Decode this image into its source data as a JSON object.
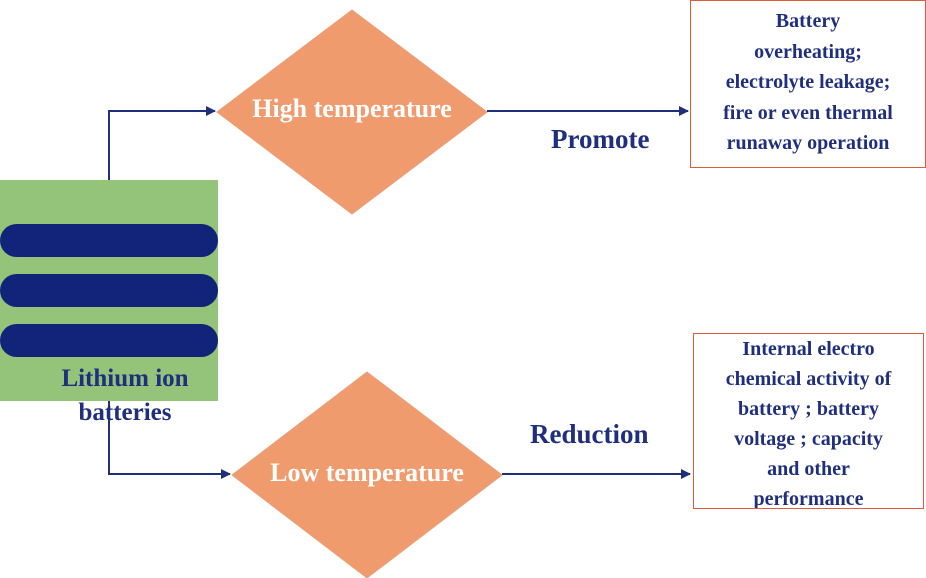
{
  "battery": {
    "label_lines": [
      "Lithium ion",
      "batteries"
    ]
  },
  "high": {
    "condition": "High temperature",
    "effect": "Promote",
    "outcome_lines": [
      "Battery",
      "overheating;",
      "electrolyte leakage;",
      "fire or even thermal",
      "runaway operation"
    ]
  },
  "low": {
    "condition": "Low temperature",
    "effect": "Reduction",
    "outcome_lines": [
      "Internal electro",
      "chemical activity of",
      "battery ; battery",
      "voltage ; capacity",
      "and other",
      "performance"
    ]
  },
  "colors": {
    "battery_body": "#93c47a",
    "battery_cell": "#11247a",
    "diamond_fill": "#f09b6e",
    "arrow": "#1f2f7e",
    "box_border": "#e05a3c",
    "text": "#1f2f7e"
  }
}
